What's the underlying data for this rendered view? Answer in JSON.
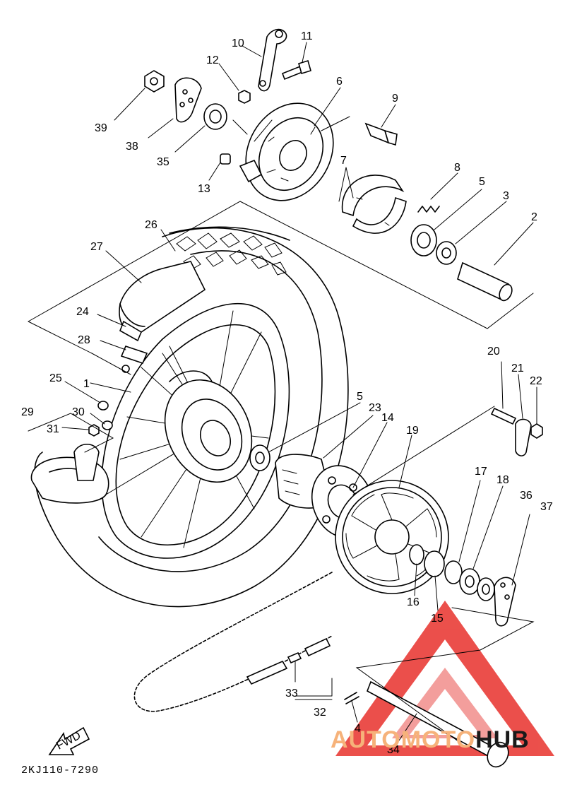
{
  "diagram": {
    "code": "2KJ110-7290",
    "fwd_label": "FWD",
    "callouts": [
      "1",
      "2",
      "3",
      "4",
      "5",
      "5",
      "6",
      "7",
      "8",
      "9",
      "10",
      "11",
      "12",
      "13",
      "14",
      "15",
      "16",
      "17",
      "18",
      "19",
      "20",
      "21",
      "22",
      "23",
      "24",
      "25",
      "26",
      "27",
      "28",
      "29",
      "30",
      "31",
      "32",
      "33",
      "34",
      "35",
      "36",
      "37",
      "38",
      "39"
    ]
  },
  "watermark": {
    "part1": "AUTOMOTO",
    "part2": "HUB",
    "colors": {
      "logo": "#e8312c",
      "text_light": "#f6b27a",
      "text_dark": "#1a1a1a"
    }
  }
}
